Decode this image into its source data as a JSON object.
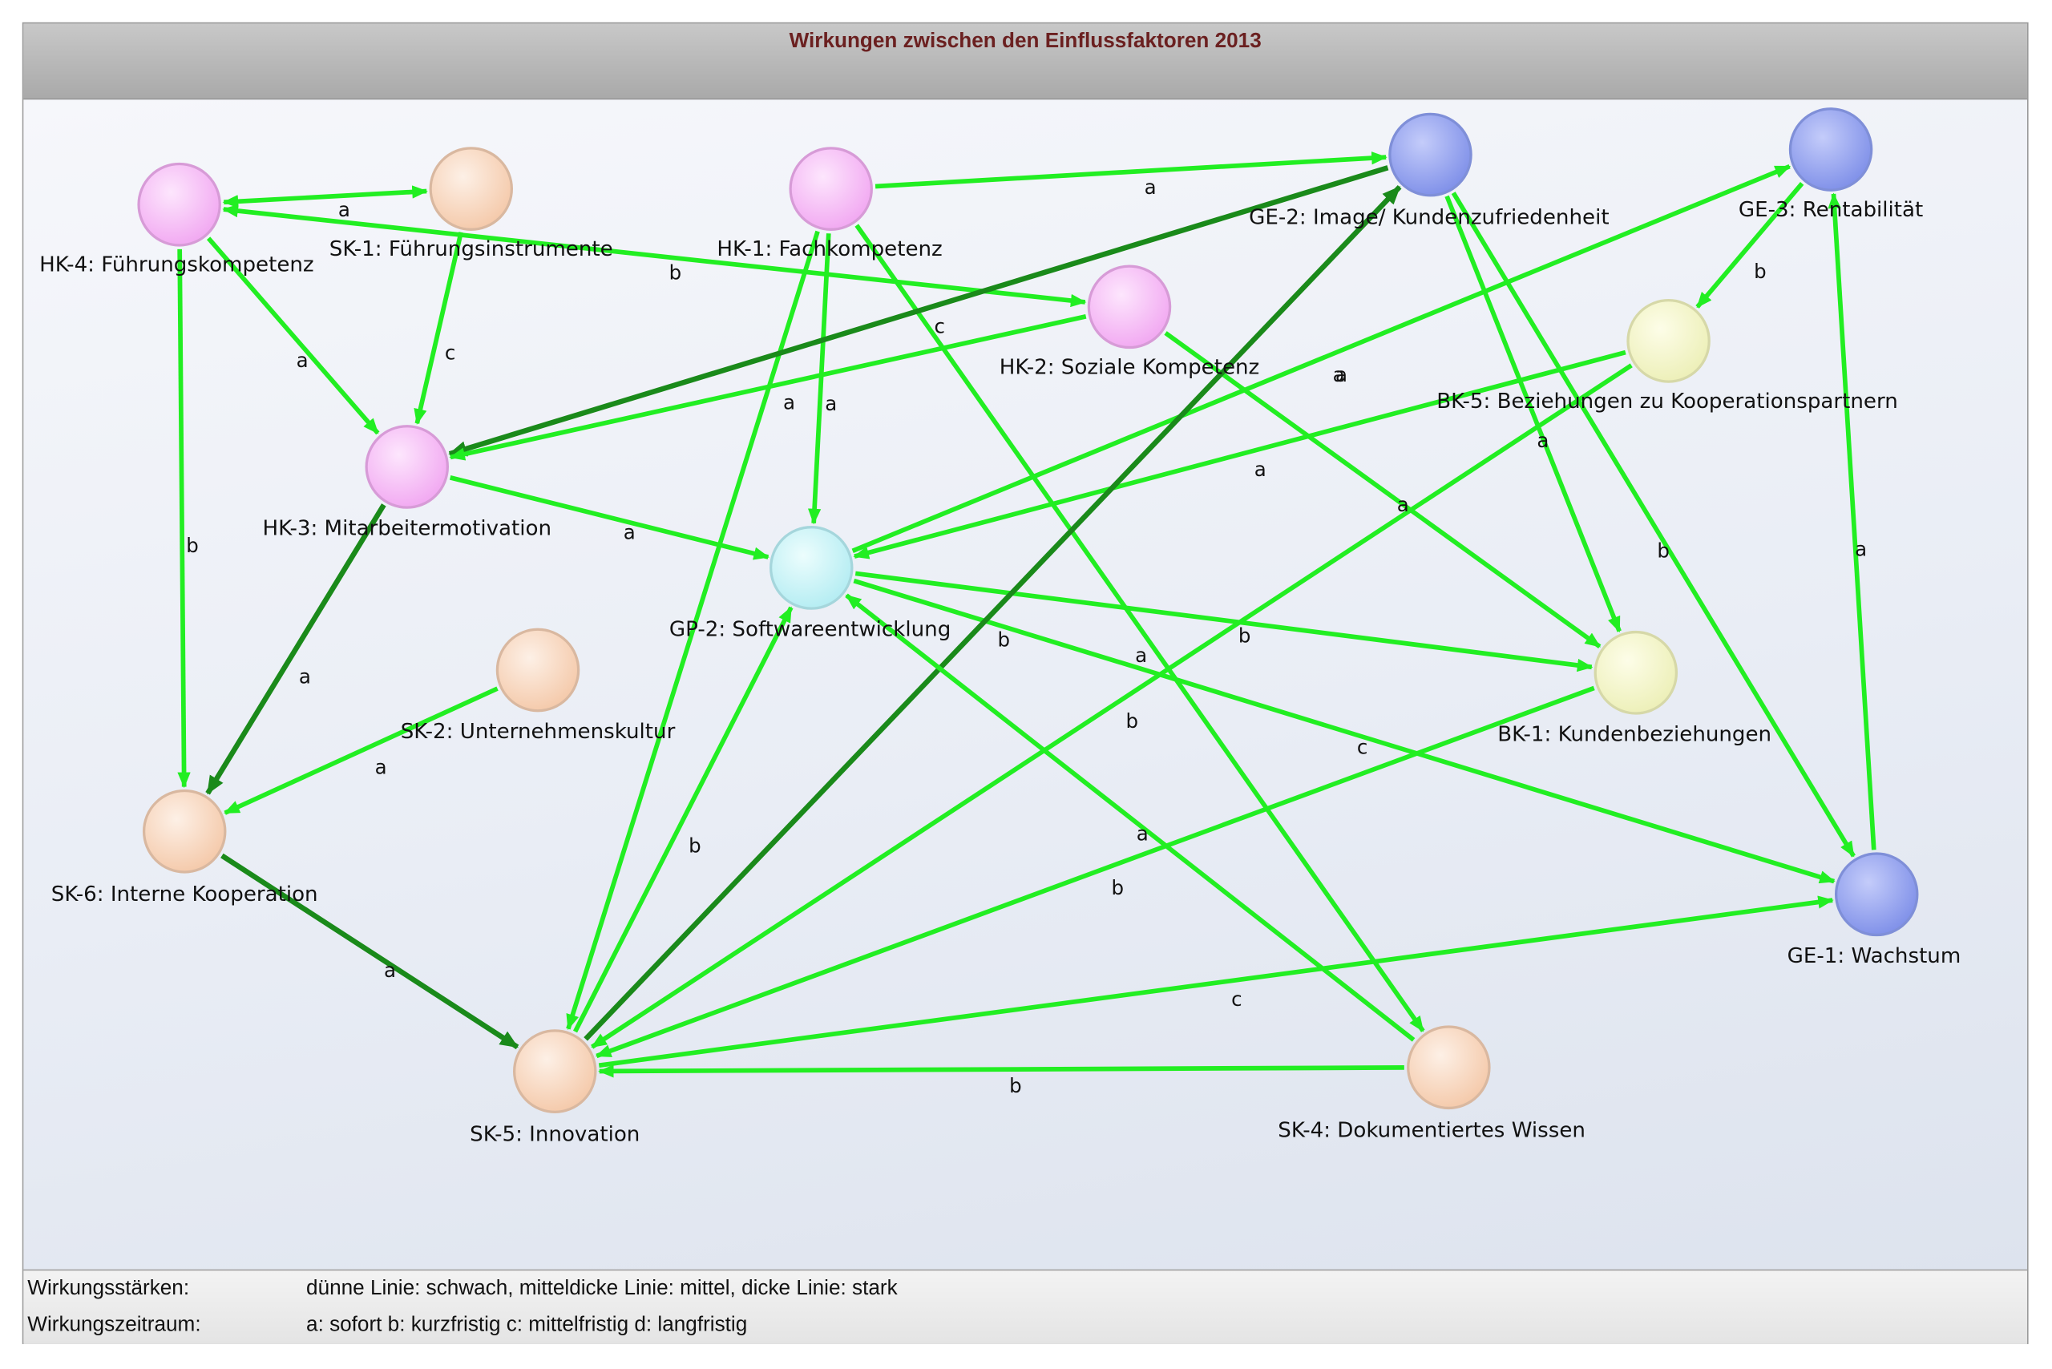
{
  "title": "Wirkungen zwischen den Einflussfaktoren 2013",
  "colors": {
    "title_text": "#6b2020",
    "edge_medium": "#22ee22",
    "edge_strong": "#1a8a1a",
    "node_HK": "#f4b8f4",
    "node_SK": "#f7d2b8",
    "node_GE": "#8f9ff0",
    "node_BK": "#f3f5c4",
    "node_GP": "#c4f3f6"
  },
  "nodes": [
    {
      "id": "HK-4",
      "label": "HK-4: Führungskompetenz",
      "group": "HK"
    },
    {
      "id": "SK-1",
      "label": "SK-1: Führungsinstrumente",
      "group": "SK"
    },
    {
      "id": "HK-1",
      "label": "HK-1: Fachkompetenz",
      "group": "HK"
    },
    {
      "id": "GE-2",
      "label": "GE-2: Image/ Kundenzufriedenheit",
      "group": "GE"
    },
    {
      "id": "GE-3",
      "label": "GE-3: Rentabilität",
      "group": "GE"
    },
    {
      "id": "HK-2",
      "label": "HK-2: Soziale Kompetenz",
      "group": "HK"
    },
    {
      "id": "BK-5",
      "label": "BK-5: Beziehungen zu Kooperationspartnern",
      "group": "BK"
    },
    {
      "id": "HK-3",
      "label": "HK-3: Mitarbeitermotivation",
      "group": "HK"
    },
    {
      "id": "GP-2",
      "label": "GP-2: Softwareentwicklung",
      "group": "GP"
    },
    {
      "id": "SK-2",
      "label": "SK-2: Unternehmenskultur",
      "group": "SK"
    },
    {
      "id": "BK-1",
      "label": "BK-1: Kundenbeziehungen",
      "group": "BK"
    },
    {
      "id": "SK-6",
      "label": "SK-6: Interne Kooperation",
      "group": "SK"
    },
    {
      "id": "GE-1",
      "label": "GE-1: Wachstum",
      "group": "GE"
    },
    {
      "id": "SK-5",
      "label": "SK-5: Innovation",
      "group": "SK"
    },
    {
      "id": "SK-4",
      "label": "SK-4: Dokumentiertes Wissen",
      "group": "SK"
    }
  ],
  "edges": [
    {
      "from": "HK-4",
      "to": "SK-1",
      "period": "a",
      "strength": "medium",
      "bidirectional": true
    },
    {
      "from": "HK-4",
      "to": "HK-2",
      "period": "b",
      "strength": "medium",
      "bidirectional": true
    },
    {
      "from": "HK-4",
      "to": "HK-3",
      "period": "a",
      "strength": "medium"
    },
    {
      "from": "HK-4",
      "to": "SK-6",
      "period": "b",
      "strength": "medium"
    },
    {
      "from": "SK-1",
      "to": "HK-3",
      "period": "c",
      "strength": "medium"
    },
    {
      "from": "HK-1",
      "to": "GE-2",
      "period": "a",
      "strength": "medium"
    },
    {
      "from": "HK-1",
      "to": "GP-2",
      "period": "a",
      "strength": "medium"
    },
    {
      "from": "HK-1",
      "to": "SK-5",
      "period": "a",
      "strength": "medium"
    },
    {
      "from": "HK-1",
      "to": "SK-4",
      "period": "c",
      "strength": "medium"
    },
    {
      "from": "GE-2",
      "to": "HK-3",
      "period": "a",
      "strength": "strong"
    },
    {
      "from": "GE-2",
      "to": "BK-1",
      "period": "a",
      "strength": "medium"
    },
    {
      "from": "GE-2",
      "to": "GE-1",
      "period": "b",
      "strength": "medium"
    },
    {
      "from": "GE-3",
      "to": "BK-5",
      "period": "b",
      "strength": "medium"
    },
    {
      "from": "HK-2",
      "to": "HK-3",
      "period": "a",
      "strength": "medium"
    },
    {
      "from": "HK-2",
      "to": "BK-1",
      "period": "a",
      "strength": "medium"
    },
    {
      "from": "BK-5",
      "to": "GP-2",
      "period": "a",
      "strength": "medium"
    },
    {
      "from": "BK-5",
      "to": "SK-5",
      "period": "b",
      "strength": "medium"
    },
    {
      "from": "HK-3",
      "to": "GP-2",
      "period": "a",
      "strength": "medium"
    },
    {
      "from": "HK-3",
      "to": "SK-6",
      "period": "a",
      "strength": "strong"
    },
    {
      "from": "GP-2",
      "to": "GE-3",
      "period": "a",
      "strength": "medium"
    },
    {
      "from": "GP-2",
      "to": "BK-1",
      "period": "b",
      "strength": "medium"
    },
    {
      "from": "GP-2",
      "to": "GE-1",
      "period": "c",
      "strength": "medium"
    },
    {
      "from": "SK-2",
      "to": "SK-6",
      "period": "a",
      "strength": "medium"
    },
    {
      "from": "BK-1",
      "to": "SK-5",
      "period": "b",
      "strength": "medium"
    },
    {
      "from": "SK-6",
      "to": "SK-5",
      "period": "a",
      "strength": "strong"
    },
    {
      "from": "GE-1",
      "to": "GE-3",
      "period": "a",
      "strength": "medium"
    },
    {
      "from": "SK-5",
      "to": "GE-2",
      "period": "b",
      "strength": "strong"
    },
    {
      "from": "SK-5",
      "to": "GP-2",
      "period": "b",
      "strength": "medium"
    },
    {
      "from": "SK-5",
      "to": "GE-1",
      "period": "c",
      "strength": "medium"
    },
    {
      "from": "SK-4",
      "to": "GP-2",
      "period": "a",
      "strength": "medium"
    },
    {
      "from": "SK-4",
      "to": "SK-5",
      "period": "b",
      "strength": "medium"
    }
  ],
  "legend": {
    "strength_label": "Wirkungsstärken:",
    "strength_text": "dünne Linie: schwach, mitteldicke Linie: mittel, dicke Linie: stark",
    "period_label": "Wirkungszeitraum:",
    "period_text": "a: sofort  b: kurzfristig  c: mittelfristig  d: langfristig"
  }
}
